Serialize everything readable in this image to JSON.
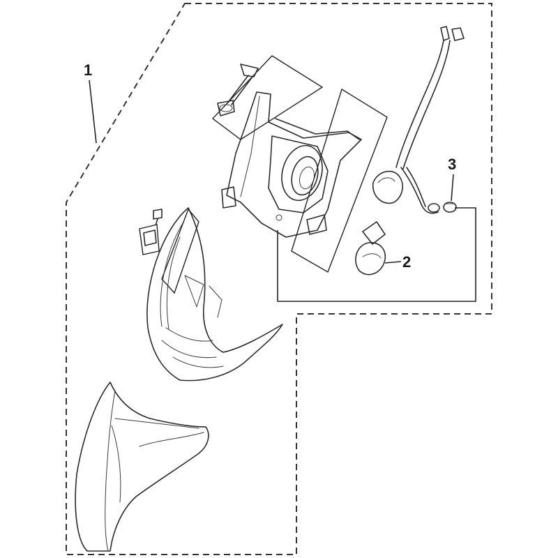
{
  "diagram": {
    "callouts": [
      {
        "id": "1",
        "label": "1"
      },
      {
        "id": "2",
        "label": "2"
      },
      {
        "id": "3",
        "label": "3"
      }
    ],
    "colors": {
      "line": "#2a2a2a",
      "background": "#ffffff"
    }
  }
}
